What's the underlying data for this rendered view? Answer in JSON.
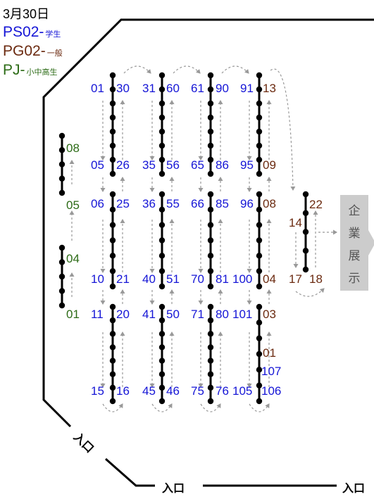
{
  "header": {
    "date": "3月30日",
    "legend": [
      {
        "code": "PS02-",
        "desc": "学生",
        "color": "#1515d6"
      },
      {
        "code": "PG02-",
        "desc": "一般",
        "color": "#6b2a10"
      },
      {
        "code": "PJ-",
        "desc": "小中高生",
        "color": "#2c6b16"
      }
    ]
  },
  "colors": {
    "ps": "#1515d6",
    "pg": "#6b2a10",
    "pj": "#2c6b16",
    "wall": "#000000",
    "flow_arrow": "#999999",
    "exhibit": "#cccccc"
  },
  "entrances": [
    "入口",
    "入口",
    "入口"
  ],
  "exhibit": {
    "label": "企業展示",
    "chars": [
      "企",
      "業",
      "展",
      "示"
    ]
  },
  "labels": {
    "b1": "01",
    "b2": "30",
    "b3": "31",
    "b4": "60",
    "b5": "61",
    "b6": "90",
    "b7": "91",
    "b8": "13",
    "b9": "05",
    "b10": "26",
    "b11": "35",
    "b12": "56",
    "b13": "65",
    "b14": "86",
    "b15": "95",
    "b16": "09",
    "b17": "06",
    "b18": "25",
    "b19": "36",
    "b20": "55",
    "b21": "66",
    "b22": "85",
    "b23": "96",
    "b24": "08",
    "b25": "10",
    "b26": "21",
    "b27": "40",
    "b28": "51",
    "b29": "70",
    "b30": "81",
    "b31": "100",
    "b32": "04",
    "b33": "11",
    "b34": "20",
    "b35": "41",
    "b36": "50",
    "b37": "71",
    "b38": "80",
    "b39": "101",
    "b40": "03",
    "b41": "01",
    "b42": "107",
    "b43": "15",
    "b44": "16",
    "b45": "45",
    "b46": "46",
    "b47": "75",
    "b48": "76",
    "b49": "105",
    "b50": "106",
    "j1": "08",
    "j2": "05",
    "j3": "04",
    "j4": "01",
    "g1": "14",
    "g2": "22",
    "g3": "17",
    "g4": "18"
  }
}
